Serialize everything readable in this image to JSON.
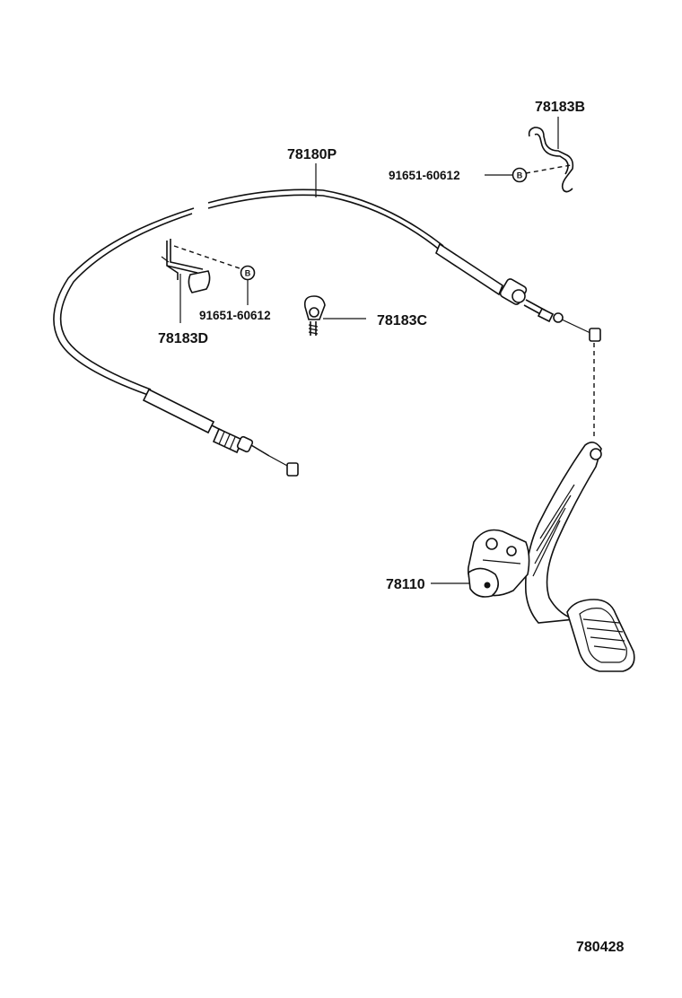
{
  "diagram": {
    "part_labels": {
      "cable": "78180P",
      "clamp_b": "78183B",
      "bolt_upper": "91651-60612",
      "clamp_d": "78183D",
      "bolt_lower": "91651-60612",
      "clamp_c": "78183C",
      "pedal": "78110"
    },
    "callout_marker": "B",
    "illustration_code": "780428"
  }
}
